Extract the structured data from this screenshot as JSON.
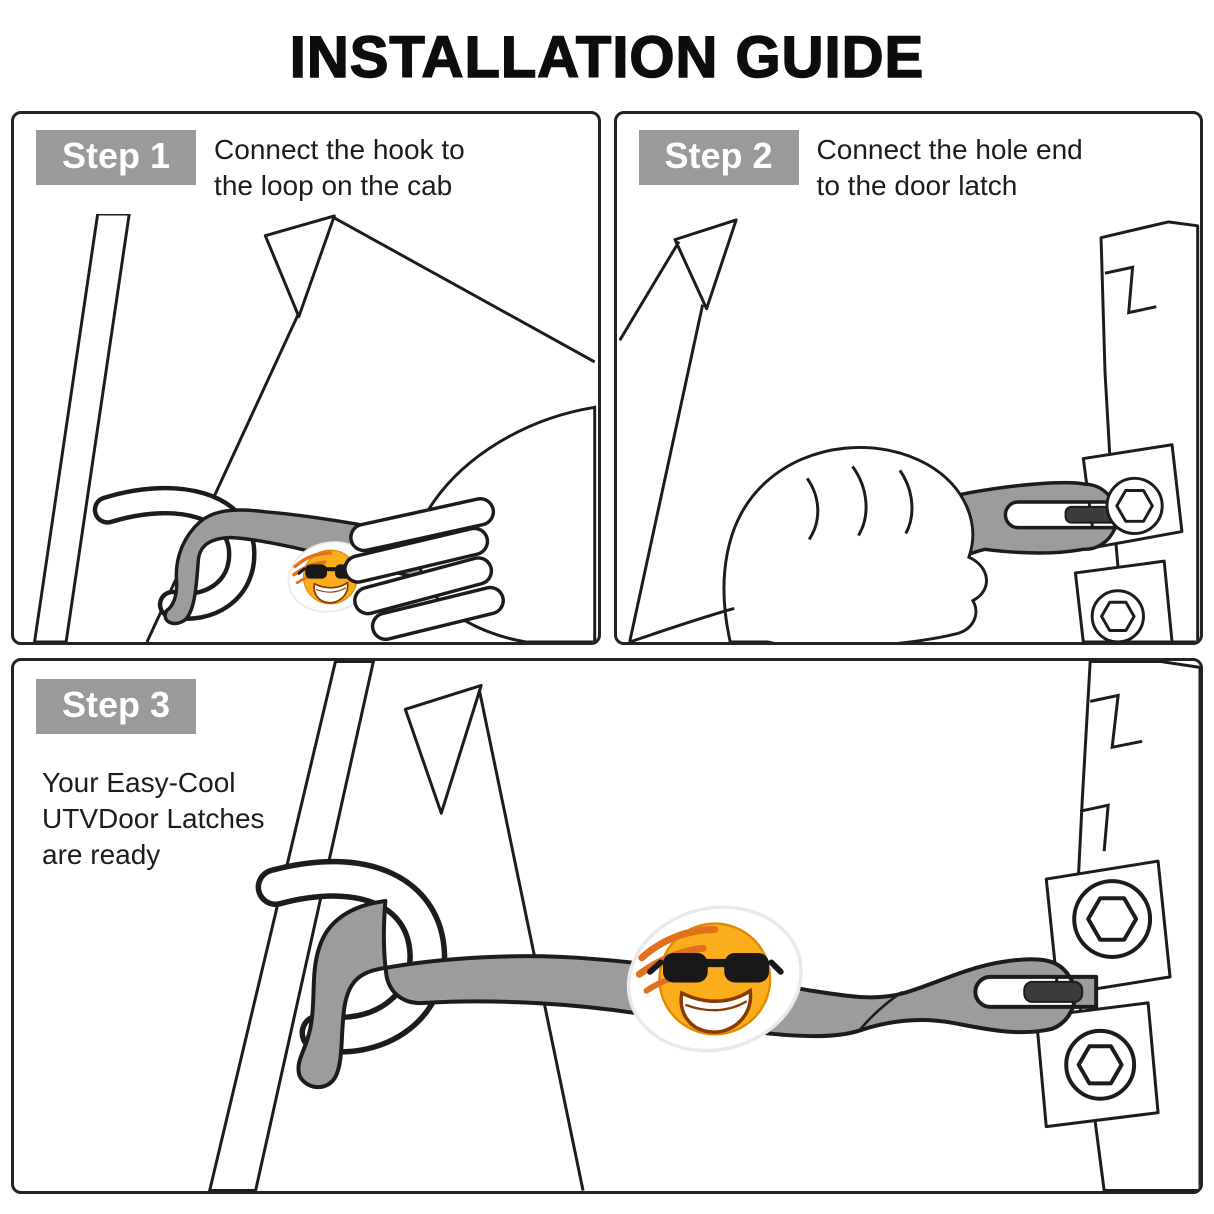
{
  "title": "INSTALLATION GUIDE",
  "steps": [
    {
      "label": "Step 1",
      "description": "Connect the hook to\nthe loop on the cab"
    },
    {
      "label": "Step 2",
      "description": "Connect the hole end\nto the door latch"
    },
    {
      "label": "Step 3",
      "description": "Your Easy-Cool\nUTVDoor Latches\nare ready"
    }
  ],
  "icons": {
    "smiley_logo": "smiley-face-with-sunglasses-brand-logo",
    "hex_bolt": "hex-bolt",
    "hand": "installer-hand"
  },
  "colors": {
    "badge_gray": "#9a9a9a",
    "latch_gray": "#9c9c9c",
    "outline": "#1c1c1c",
    "background": "#ffffff",
    "smiley_yellow": "#FBAD1C",
    "smiley_hair_orange": "#E2711D",
    "grin_outline": "#8a3c00"
  }
}
